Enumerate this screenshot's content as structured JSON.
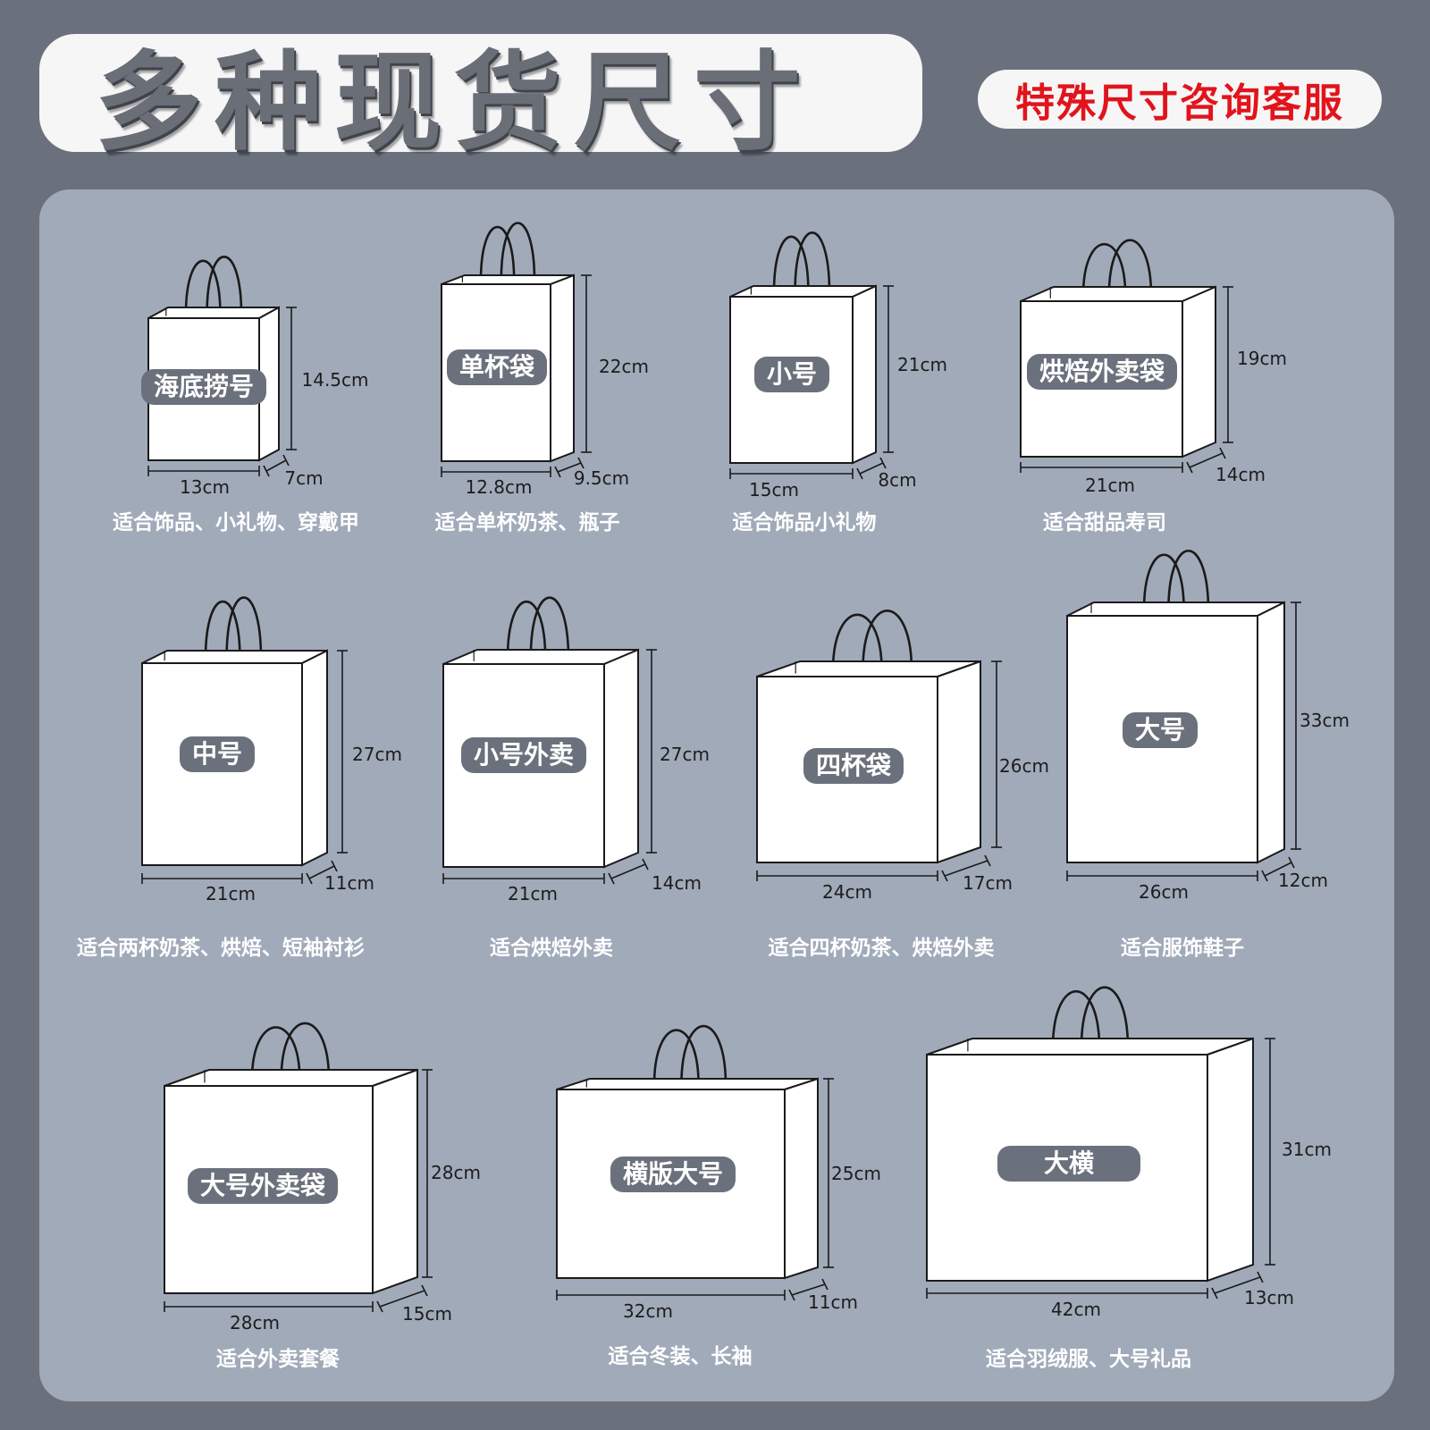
{
  "header": {
    "title": "多种现货尺寸",
    "pill": "特殊尺寸咨询客服"
  },
  "colors": {
    "page_bg": "#6b717c",
    "panel_bg": "#a1aab9",
    "tag_bg": "#6b717c",
    "pill_text": "#e1141c"
  },
  "bags": [
    {
      "name": "海底捞号",
      "width": "13cm",
      "depth": "7cm",
      "height": "14.5cm",
      "use": "适合饰品、小礼物、穿戴甲"
    },
    {
      "name": "单杯袋",
      "width": "12.8cm",
      "depth": "9.5cm",
      "height": "22cm",
      "use": "适合单杯奶茶、瓶子"
    },
    {
      "name": "小号",
      "width": "15cm",
      "depth": "8cm",
      "height": "21cm",
      "use": "适合饰品小礼物"
    },
    {
      "name": "烘焙外卖袋",
      "width": "21cm",
      "depth": "14cm",
      "height": "19cm",
      "use": "适合甜品寿司"
    },
    {
      "name": "中号",
      "width": "21cm",
      "depth": "11cm",
      "height": "27cm",
      "use": "适合两杯奶茶、烘焙、短袖衬衫"
    },
    {
      "name": "小号外卖",
      "width": "21cm",
      "depth": "14cm",
      "height": "27cm",
      "use": "适合烘焙外卖"
    },
    {
      "name": "四杯袋",
      "width": "24cm",
      "depth": "17cm",
      "height": "26cm",
      "use": "适合四杯奶茶、烘焙外卖"
    },
    {
      "name": "大号",
      "width": "26cm",
      "depth": "12cm",
      "height": "33cm",
      "use": "适合服饰鞋子"
    },
    {
      "name": "大号外卖袋",
      "width": "28cm",
      "depth": "15cm",
      "height": "28cm",
      "use": "适合外卖套餐"
    },
    {
      "name": "横版大号",
      "width": "32cm",
      "depth": "11cm",
      "height": "25cm",
      "use": "适合冬装、长袖"
    },
    {
      "name": "大横",
      "width": "42cm",
      "depth": "13cm",
      "height": "31cm",
      "use": "适合羽绒服、大号礼品"
    }
  ]
}
